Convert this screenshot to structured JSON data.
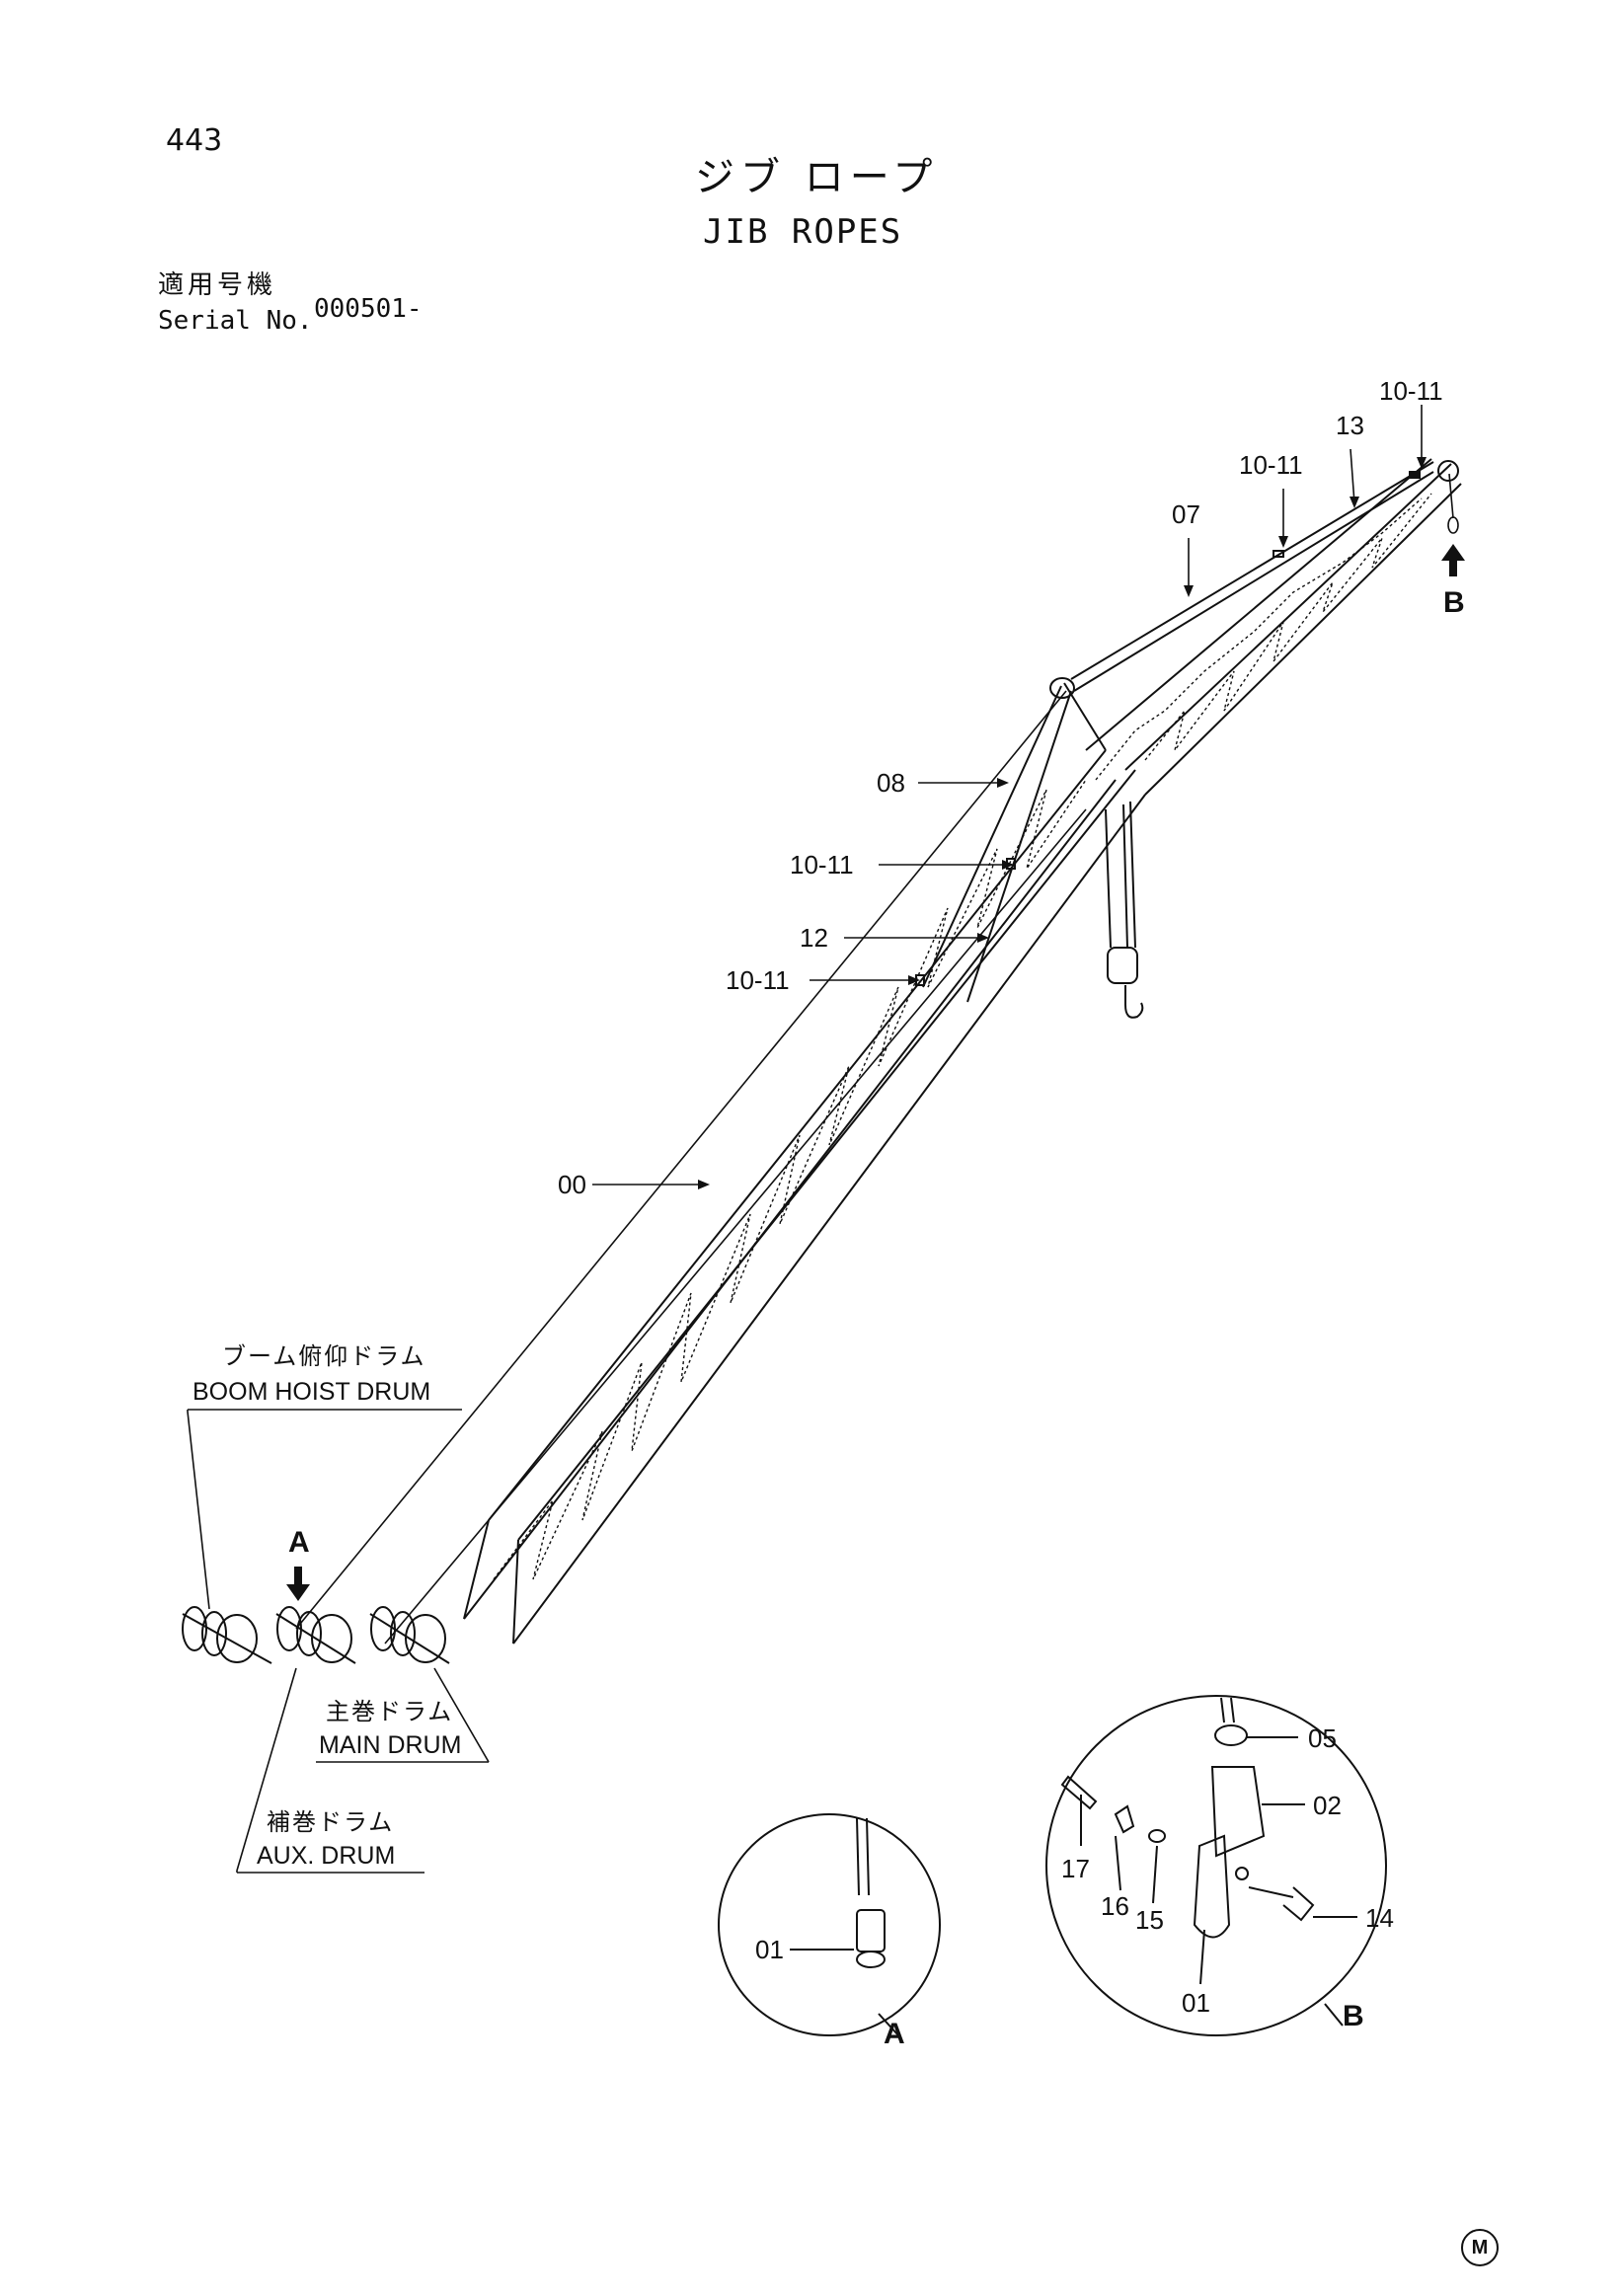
{
  "header": {
    "page_number": "443",
    "title_jp": "ジブ ロープ",
    "title_en": "JIB ROPES",
    "serial_label_jp": "適用号機",
    "serial_label_en": "Serial No.",
    "serial_value": "000501-"
  },
  "callouts": [
    {
      "id": "c-10-11-top",
      "text": "10-11"
    },
    {
      "id": "c-13",
      "text": "13"
    },
    {
      "id": "c-10-11-b",
      "text": "10-11"
    },
    {
      "id": "c-07",
      "text": "07"
    },
    {
      "id": "c-08",
      "text": "08"
    },
    {
      "id": "c-10-11-c",
      "text": "10-11"
    },
    {
      "id": "c-12",
      "text": "12"
    },
    {
      "id": "c-10-11-d",
      "text": "10-11"
    },
    {
      "id": "c-00",
      "text": "00"
    }
  ],
  "view_labels": {
    "view_a": "A",
    "view_b": "B"
  },
  "drums": {
    "boom_hoist": {
      "jp": "ブーム俯仰ドラム",
      "en": "BOOM HOIST DRUM"
    },
    "main": {
      "jp": "主巻ドラム",
      "en": "MAIN DRUM"
    },
    "aux": {
      "jp": "補巻ドラム",
      "en": "AUX. DRUM"
    }
  },
  "detail_a": {
    "label": "A",
    "parts": [
      "01"
    ]
  },
  "detail_b": {
    "label": "B",
    "parts": [
      "05",
      "02",
      "17",
      "16",
      "15",
      "14",
      "01"
    ]
  },
  "footer": {
    "mark": "M"
  }
}
